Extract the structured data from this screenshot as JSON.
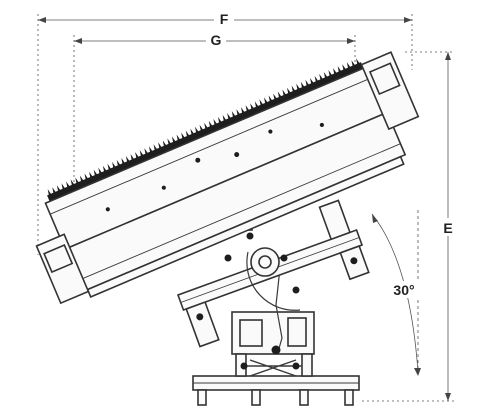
{
  "dimensions": {
    "overall_width_label": "F",
    "guard_width_label": "G",
    "height_label": "E",
    "tilt_angle_label": "30°"
  }
}
